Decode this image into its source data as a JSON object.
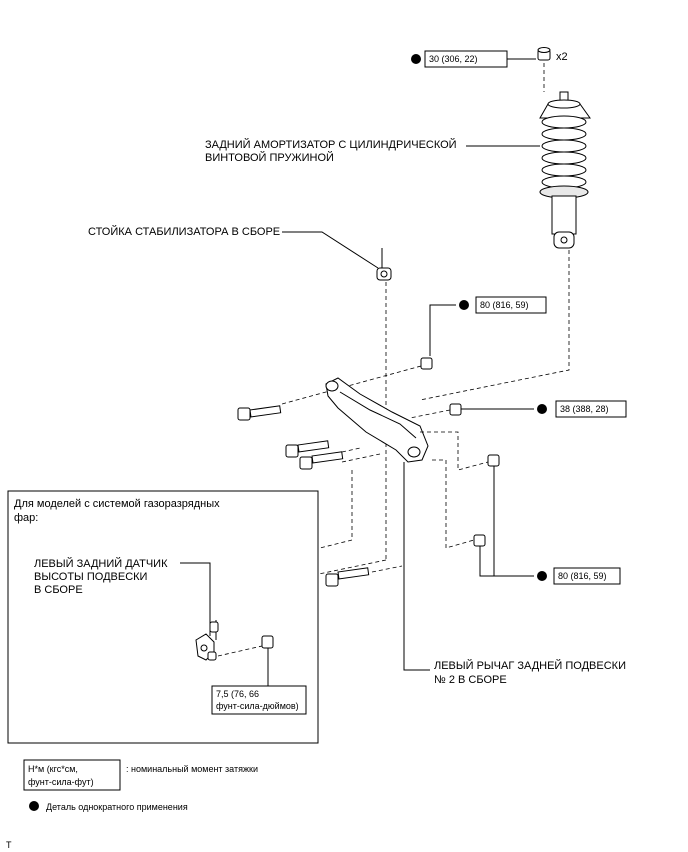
{
  "labels": {
    "rear_shock": [
      "ЗАДНИЙ АМОРТИЗАТОР С ЦИЛИНДРИЧЕСКОЙ",
      "ВИНТОВОЙ ПРУЖИНОЙ"
    ],
    "stabilizer_link": "СТОЙКА СТАБИЛИЗАТОРА В СБОРЕ",
    "height_sensor": [
      "ЛЕВЫЙ ЗАДНИЙ ДАТЧИК",
      "ВЫСОТЫ ПОДВЕСКИ",
      "В СБОРЕ"
    ],
    "rear_arm": [
      "ЛЕВЫЙ РЫЧАГ ЗАДНЕЙ ПОДВЕСКИ",
      "№ 2 В СБОРЕ"
    ]
  },
  "torques": {
    "top_nut": "30 (306, 22)",
    "top_nut_qty": "x2",
    "arm_upper": "80 (816, 59)",
    "arm_mid": "38 (388, 28)",
    "arm_lower": "80 (816, 59)",
    "sensor": [
      "7,5 (76, 66",
      "фунт-сила-дюймов)"
    ]
  },
  "inset": {
    "title": [
      "Для моделей с системой газоразрядных",
      "фар:"
    ]
  },
  "legend": {
    "unit_box": [
      "Н*м (кгс*см,",
      "фунт-сила-фут)"
    ],
    "unit_desc": ": номинальный момент затяжки",
    "dot_desc": "Деталь однократного применения"
  },
  "footer_mark": "T"
}
